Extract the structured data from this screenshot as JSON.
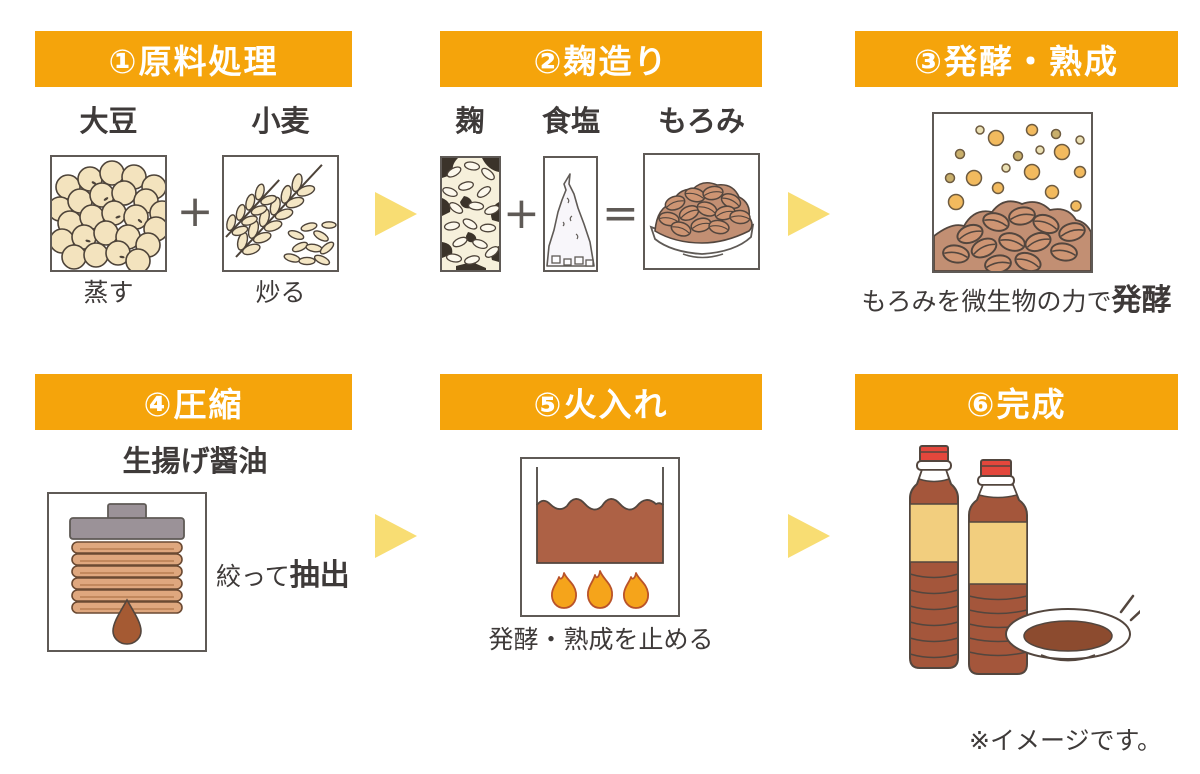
{
  "steps": {
    "s1": {
      "title": "①原料処理",
      "ingredient_left": "大豆",
      "ingredient_right": "小麦",
      "operator": "+",
      "caption_left": "蒸す",
      "caption_right": "炒る"
    },
    "s2": {
      "title": "②麹造り",
      "ingredient_left": "麹",
      "ingredient_mid": "食塩",
      "ingredient_right": "もろみ",
      "operator_plus": "+",
      "operator_equals": "="
    },
    "s3": {
      "title": "③発酵・熟成",
      "caption_text": "もろみを微生物の力で",
      "caption_emphasis": "発酵"
    },
    "s4": {
      "title": "④圧縮",
      "product_label": "生揚げ醤油",
      "caption_text": "絞って",
      "caption_emphasis": "抽出"
    },
    "s5": {
      "title": "⑤火入れ",
      "caption": "発酵・熟成を止める"
    },
    "s6": {
      "title": "⑥完成"
    }
  },
  "footnote": "※イメージです。",
  "illustrations": [
    "soybeans",
    "wheat",
    "koji",
    "salt",
    "moromi-bowl",
    "fermentation-tank",
    "press",
    "heating-tank",
    "bottles-and-dish"
  ],
  "colors": {
    "header_bg": "#F5A40B",
    "header_text": "#FFFFFF",
    "arrow_yellow": "#F8DD73",
    "text_dark": "#3E3A39",
    "bean_cream": "#F3E3BE",
    "moromi_brown": "#CE9573",
    "mound_brown": "#C28F73",
    "liquid_brown": "#AD6145",
    "flame_orange": "#F5A41B",
    "press_gray": "#9B9298",
    "press_tan": "#DFA77E",
    "drop_brown": "#A55A33",
    "bottle_brown": "#A4563B",
    "label_yellow": "#F2CE7E",
    "cap_red": "#E4473C",
    "dish_liquid": "#8C4B2F"
  }
}
